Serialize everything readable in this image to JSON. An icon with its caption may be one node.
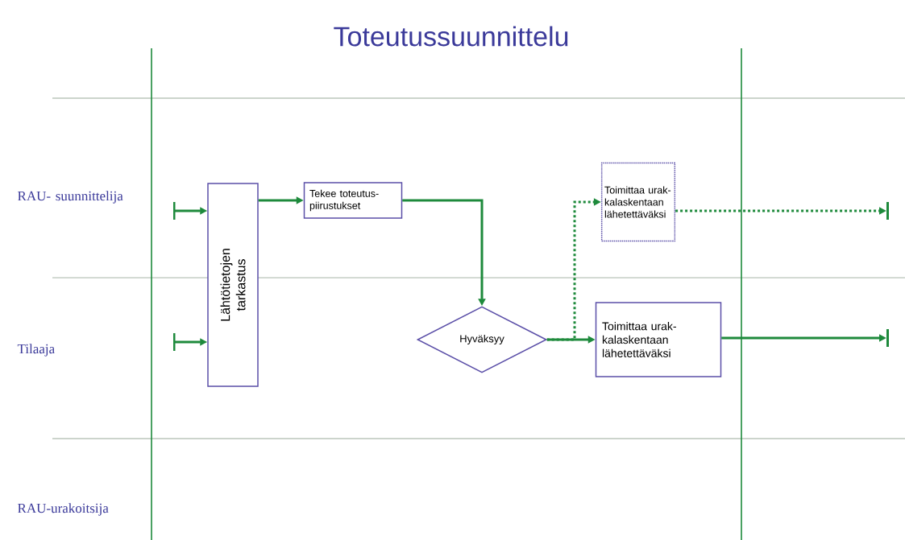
{
  "diagram": {
    "title": "Toteutussuunnittelu",
    "nodes": [
      {
        "text": [
          "Lähtötietojen tarkastus"
        ]
      },
      {
        "text": [
          "Tekee toteutus- piirustukset"
        ]
      },
      {
        "text": [
          "Hyväksyy"
        ]
      },
      {
        "text": [
          "Toimittaa urak- kalaskentaan lähetettäväksi"
        ]
      },
      {
        "text": [
          "Toimittaa urak- kalaskentaan lähetettäväksi"
        ]
      }
    ],
    "edges": [
      {
        "from": null,
        "to": 0,
        "arrow": "to"
      },
      {
        "from": null,
        "to": 0,
        "arrow": "to"
      },
      {
        "from": 0,
        "to": 1,
        "arrow": "to"
      },
      {
        "from": 1,
        "to": 2,
        "arrow": "to"
      },
      {
        "from": 2,
        "to": 3,
        "arrow": "to",
        "style": "dashed"
      },
      {
        "from": 2,
        "to": 4,
        "arrow": "to"
      },
      {
        "from": 3,
        "to": null,
        "arrow": "to",
        "style": "dashed"
      },
      {
        "from": 4,
        "to": null,
        "arrow": "to"
      }
    ],
    "labels": [
      "RAU- suunnittelija",
      "Tilaaja",
      "RAU-urakoitsija"
    ]
  }
}
